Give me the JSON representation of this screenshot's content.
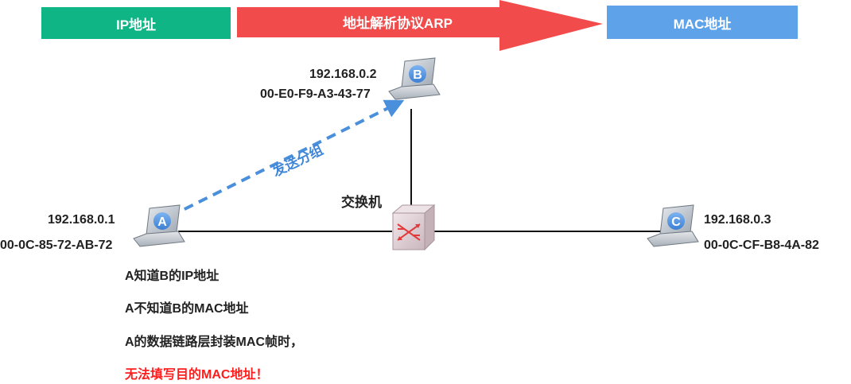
{
  "banners": {
    "ip": "IP地址",
    "arp": "地址解析协议ARP",
    "mac": "MAC地址"
  },
  "colors": {
    "ip_banner": "#10b586",
    "arp_arrow": "#f24b4b",
    "mac_banner": "#5ea3ea",
    "dashed_arrow": "#4a8fdb",
    "highlight_text": "#ff1c1c"
  },
  "hosts": {
    "a": {
      "badge": "A",
      "ip": "192.168.0.1",
      "mac": "00-0C-85-72-AB-72"
    },
    "b": {
      "badge": "B",
      "ip": "192.168.0.2",
      "mac": "00-E0-F9-A3-43-77"
    },
    "c": {
      "badge": "C",
      "ip": "192.168.0.3",
      "mac": "00-0C-CF-B8-4A-82"
    }
  },
  "switch": {
    "label": "交换机"
  },
  "send_label": "发送分组",
  "notes": [
    "A知道B的IP地址",
    "A不知道B的MAC地址",
    "A的数据链路层封装MAC帧时，",
    "无法填写目的MAC地址！"
  ]
}
